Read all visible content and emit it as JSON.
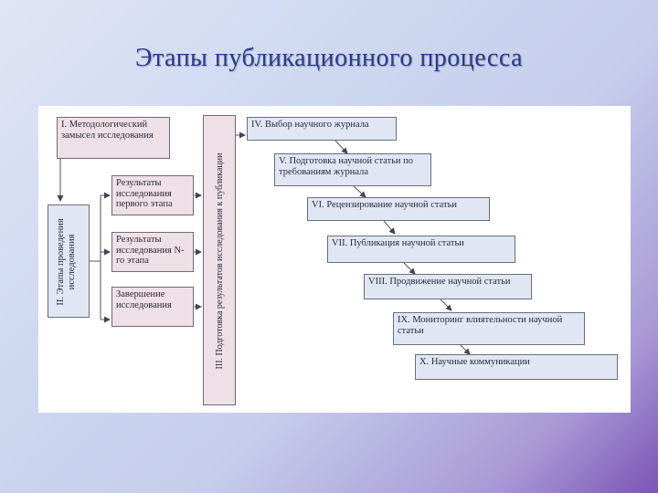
{
  "title": "Этапы публикационного процесса",
  "stages": {
    "s1": "I. Методологический замысел исследования",
    "s2": "II. Этапы проведения исследования",
    "s3": "III. Подготовка результатов исследования к публикации",
    "s4": "IV. Выбор научного журнала",
    "s5": "V. Подготовка научной статьи по требованиям журнала",
    "s6": "VI. Рецензирование научной статьи",
    "s7": "VII. Публикация научной статьи",
    "s8": "VIII. Продвижение научной статьи",
    "s9": "IX. Мониторинг влиятельности научной статьи",
    "s10": "X. Научные коммуникации"
  },
  "results": {
    "r1": "Результаты исследования первого этапа",
    "r2": "Результаты исследования N-го этапа",
    "r3": "Завершение исследования"
  },
  "colors": {
    "title": "#2b3a8a",
    "pink_box": "#efdfe6",
    "blue_box": "#dfe7f4",
    "line": "#555560"
  }
}
